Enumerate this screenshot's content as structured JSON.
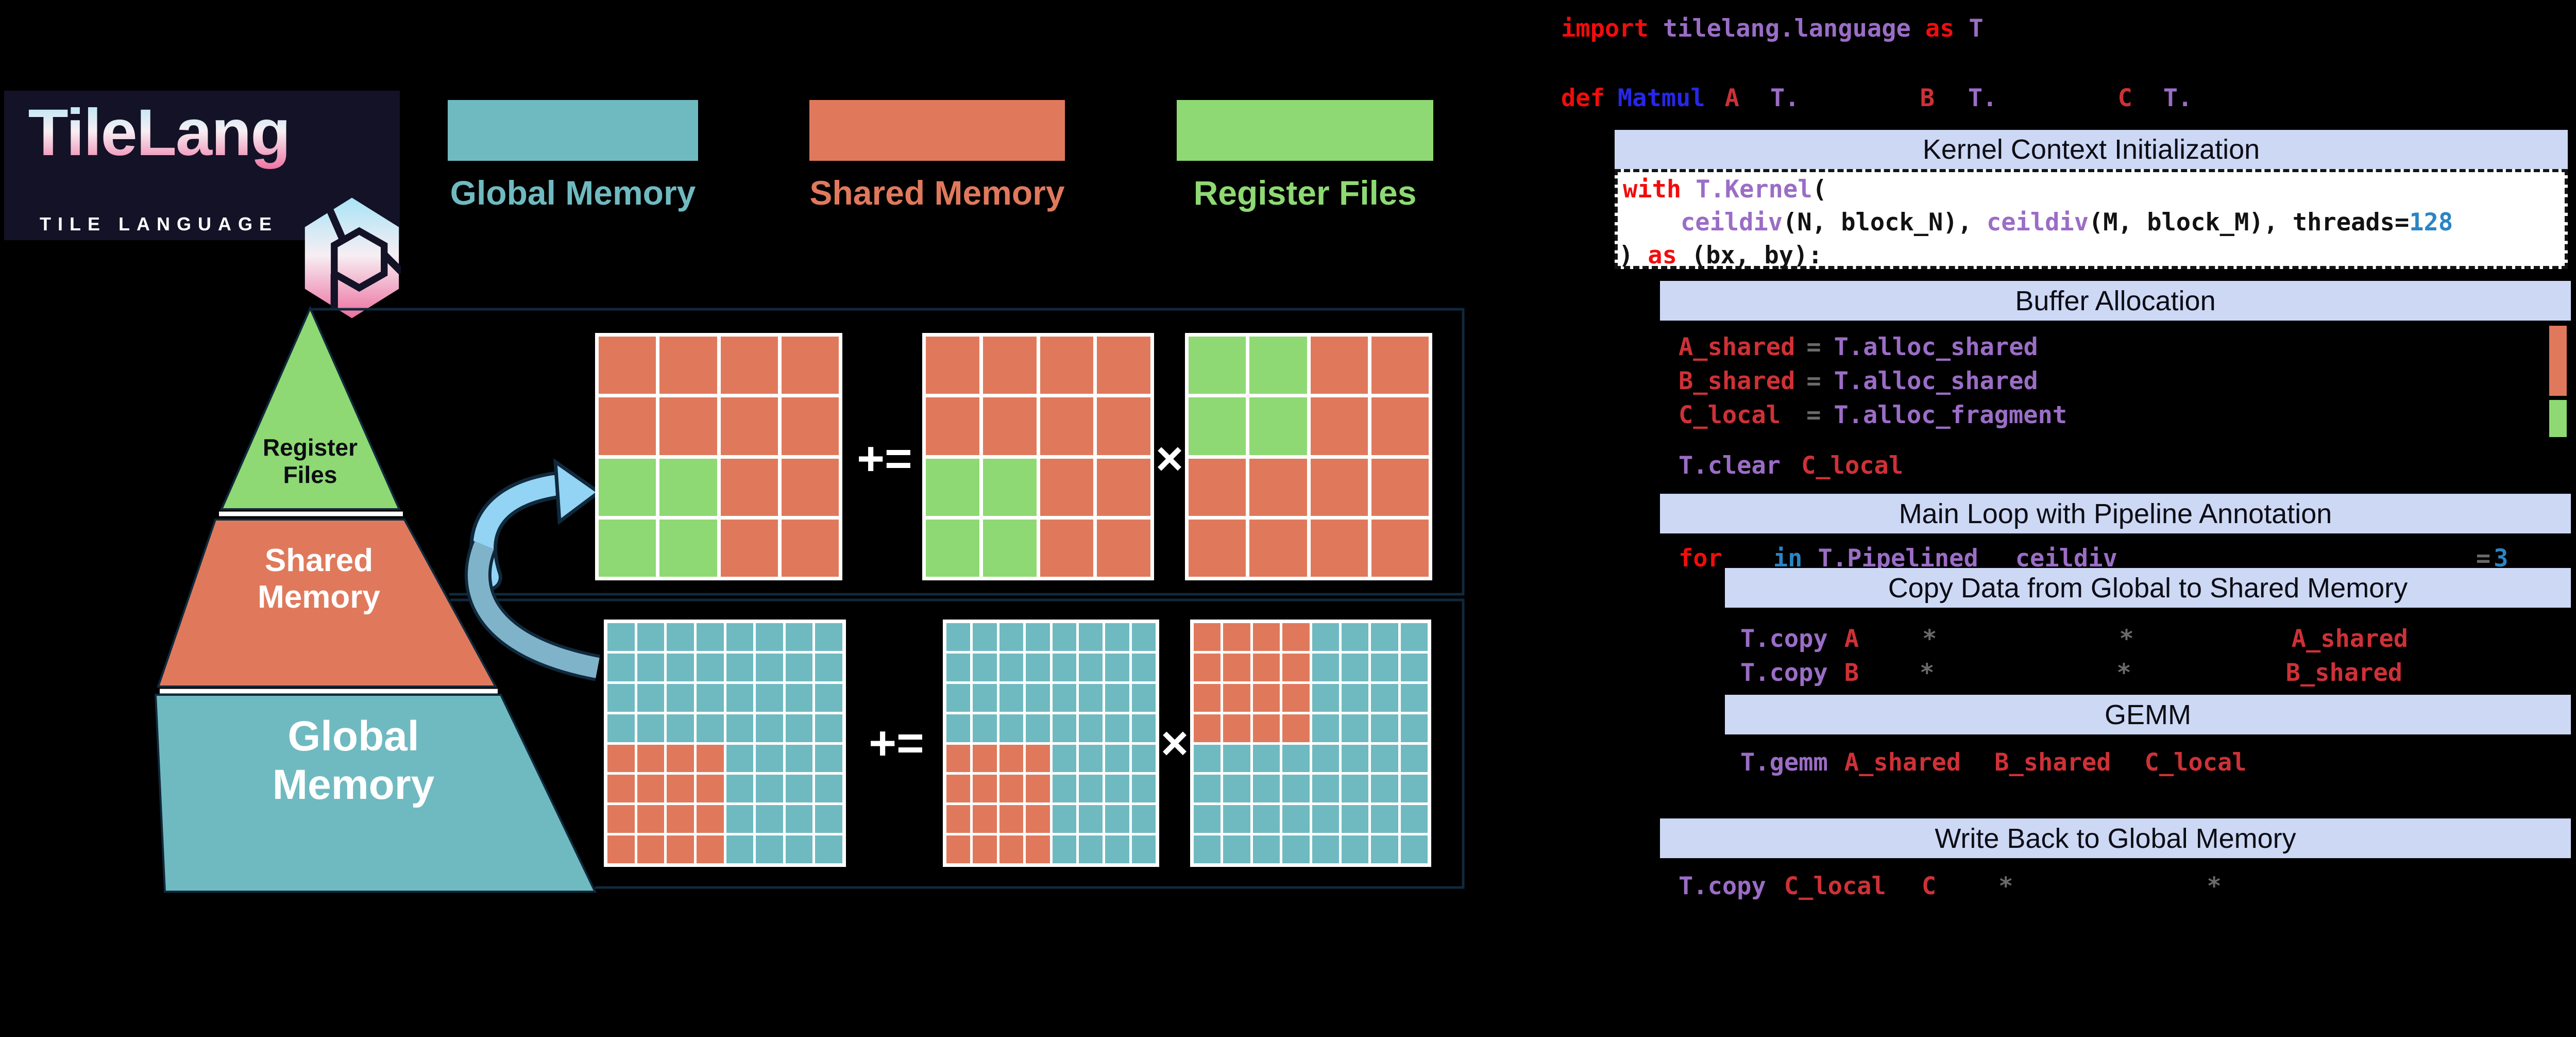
{
  "logo": {
    "title": "TileLang",
    "subtitle": "TILE LANGUAGE"
  },
  "legend": {
    "items": [
      {
        "label": "Global Memory",
        "color": "#6fbac0"
      },
      {
        "label": "Shared Memory",
        "color": "#e0795c"
      },
      {
        "label": "Register Files",
        "color": "#8ed973"
      }
    ]
  },
  "pyramid": {
    "levels": [
      {
        "label": "Register Files",
        "color": "#b7e3a3"
      },
      {
        "label": "Shared Memory",
        "color": "#e0795c"
      },
      {
        "label": "Global Memory",
        "color": "#6fbac0"
      }
    ]
  },
  "operators": {
    "accumulate": "+=",
    "multiply": "×"
  },
  "colors": {
    "global": "#6fbac0",
    "shared": "#e0795c",
    "register": "#8ed973",
    "band": "#ccd8f4",
    "arrow_light": "#93d3f3",
    "arrow_steel": "#7fb3c9",
    "outline": "#10293c",
    "kw": "#f20c0c",
    "fn": "#9b6dc6",
    "nm": "#2727e8",
    "num": "#2a85c4",
    "id": "#ce3137",
    "op": "#6a6a6a"
  },
  "matrices": {
    "groups": [
      {
        "id": "top",
        "base": "shared",
        "highlight": "register",
        "items": [
          {
            "id": "tm1",
            "n": 4,
            "hl_rows": [
              2,
              3
            ],
            "hl_cols": [
              0,
              1
            ]
          },
          {
            "id": "tm2",
            "n": 4,
            "hl_rows": [
              2,
              3
            ],
            "hl_cols": [
              0,
              1
            ]
          },
          {
            "id": "tm3",
            "n": 4,
            "hl_rows": [
              0,
              1
            ],
            "hl_cols": [
              0,
              1
            ]
          }
        ]
      },
      {
        "id": "bottom",
        "base": "global",
        "highlight": "shared",
        "items": [
          {
            "id": "bm1",
            "n": 8,
            "hl_rows": [
              4,
              5,
              6,
              7
            ],
            "hl_cols": [
              0,
              1,
              2,
              3
            ]
          },
          {
            "id": "bm2",
            "n": 8,
            "hl_rows": [
              4,
              5,
              6,
              7
            ],
            "hl_cols": [
              0,
              1,
              2,
              3
            ]
          },
          {
            "id": "bm3",
            "n": 8,
            "hl_rows": [
              0,
              1,
              2,
              3
            ],
            "hl_cols": [
              0,
              1,
              2,
              3
            ]
          }
        ]
      }
    ]
  },
  "code": {
    "bands": {
      "kernel": "Kernel Context Initialization",
      "buffer": "Buffer Allocation",
      "main": "Main Loop with Pipeline Annotation",
      "copy": "Copy Data from Global to Shared Memory",
      "gemm": "GEMM",
      "write": "Write Back to Global Memory"
    },
    "lines": [
      {
        "id": "l_import",
        "tokens": [
          {
            "t": "import",
            "c": "kw"
          },
          {
            "t": "tilelang.language",
            "c": "fn"
          },
          {
            "t": "as",
            "c": "kw"
          },
          {
            "t": "T",
            "c": "fn"
          }
        ]
      },
      {
        "id": "l_def",
        "tokens": [
          {
            "t": "def",
            "c": "kw"
          },
          {
            "t": "Matmul",
            "c": "nm"
          },
          {
            "t": "A",
            "c": "id"
          },
          {
            "t": "T.",
            "c": "fn"
          },
          {
            "t": "B",
            "c": "id"
          },
          {
            "t": "T.",
            "c": "fn"
          },
          {
            "t": "C",
            "c": "id"
          },
          {
            "t": "T.",
            "c": "fn"
          }
        ]
      },
      {
        "id": "l_with",
        "tokens": [
          {
            "t": "with",
            "c": "kw"
          },
          {
            "t": "T.Kernel",
            "c": "fn"
          },
          {
            "t": "(",
            "c": "plain"
          }
        ]
      },
      {
        "id": "l_ceildiv",
        "tokens": [
          {
            "t": "ceildiv",
            "c": "fn"
          },
          {
            "t": "(N, block_N),",
            "c": "plain"
          },
          {
            "t": "ceildiv",
            "c": "fn"
          },
          {
            "t": "(M, block_M),",
            "c": "plain"
          },
          {
            "t": "threads=",
            "c": "plain"
          },
          {
            "t": "128",
            "c": "num"
          }
        ]
      },
      {
        "id": "l_as",
        "tokens": [
          {
            "t": ")",
            "c": "plain"
          },
          {
            "t": "as",
            "c": "kw"
          },
          {
            "t": "(bx, by):",
            "c": "plain"
          }
        ]
      },
      {
        "id": "l_ashared",
        "tokens": [
          {
            "t": "A_shared",
            "c": "id"
          },
          {
            "t": "=",
            "c": "op"
          },
          {
            "t": "T.alloc_shared",
            "c": "fn"
          }
        ]
      },
      {
        "id": "l_bshared",
        "tokens": [
          {
            "t": "B_shared",
            "c": "id"
          },
          {
            "t": "=",
            "c": "op"
          },
          {
            "t": "T.alloc_shared",
            "c": "fn"
          }
        ]
      },
      {
        "id": "l_clocal",
        "tokens": [
          {
            "t": "C_local",
            "c": "id"
          },
          {
            "t": "=",
            "c": "op"
          },
          {
            "t": "T.alloc_fragment",
            "c": "fn"
          }
        ]
      },
      {
        "id": "l_clear",
        "tokens": [
          {
            "t": "T.clear",
            "c": "fn"
          },
          {
            "t": "C_local",
            "c": "id"
          }
        ]
      },
      {
        "id": "l_for",
        "tokens": [
          {
            "t": "for",
            "c": "kw"
          },
          {
            "t": "in",
            "c": "num"
          },
          {
            "t": "T.Pipelined",
            "c": "fn"
          },
          {
            "t": "ceildiv",
            "c": "fn"
          },
          {
            "t": "=",
            "c": "op"
          },
          {
            "t": "3",
            "c": "num"
          }
        ]
      },
      {
        "id": "l_copya",
        "tokens": [
          {
            "t": "T.copy",
            "c": "fn"
          },
          {
            "t": "A",
            "c": "id"
          },
          {
            "t": "*",
            "c": "op"
          },
          {
            "t": "*",
            "c": "op"
          },
          {
            "t": "A_shared",
            "c": "id"
          }
        ]
      },
      {
        "id": "l_copyb",
        "tokens": [
          {
            "t": "T.copy",
            "c": "fn"
          },
          {
            "t": "B",
            "c": "id"
          },
          {
            "t": "*",
            "c": "op"
          },
          {
            "t": "*",
            "c": "op"
          },
          {
            "t": "B_shared",
            "c": "id"
          }
        ]
      },
      {
        "id": "l_gemm",
        "tokens": [
          {
            "t": "T.gemm",
            "c": "fn"
          },
          {
            "t": "A_shared",
            "c": "id"
          },
          {
            "t": "B_shared",
            "c": "id"
          },
          {
            "t": "C_local",
            "c": "id"
          }
        ]
      },
      {
        "id": "l_write",
        "tokens": [
          {
            "t": "T.copy",
            "c": "fn"
          },
          {
            "t": "C_local",
            "c": "id"
          },
          {
            "t": "C",
            "c": "id"
          },
          {
            "t": "*",
            "c": "op"
          },
          {
            "t": "*",
            "c": "op"
          }
        ]
      }
    ]
  }
}
